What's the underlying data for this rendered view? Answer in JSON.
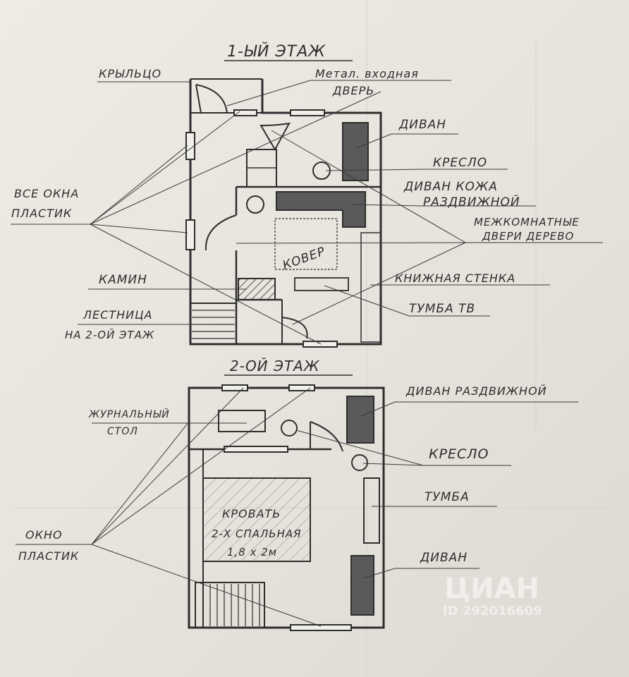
{
  "floor1": {
    "title": "1-ЫЙ ЭТАЖ",
    "labels": {
      "porch": "КРЫЛЬЦО",
      "door_line1": "Метал. входная",
      "door_line2": "ДВЕРЬ",
      "windows_line1": "ВСЕ ОКНА",
      "windows_line2": "ПЛАСТИК",
      "sofa": "ДИВАН",
      "armchair": "КРЕСЛО",
      "sofa_leather_line1": "ДИВАН КОЖА",
      "sofa_leather_line2": "РАЗДВИЖНОЙ",
      "interior_doors_line1": "МЕЖКОМНАТНЫЕ",
      "interior_doors_line2": "ДВЕРИ ДЕРЕВО",
      "carpet": "КОВЕР",
      "fireplace": "КАМИН",
      "bookcase": "КНИЖНАЯ СТЕНКА",
      "stairs_line1": "ЛЕСТНИЦА",
      "stairs_line2": "НА 2-ОЙ ЭТАЖ",
      "tv_stand": "ТУМБА ТВ"
    }
  },
  "floor2": {
    "title": "2-ОЙ ЭТАЖ",
    "labels": {
      "coffee_table_line1": "ЖУРНАЛЬНЫЙ",
      "coffee_table_line2": "СТОЛ",
      "sofa_folding": "ДИВАН РАЗДВИЖНОЙ",
      "armchair": "КРЕСЛО",
      "bed_line1": "КРОВАТЬ",
      "bed_line2": "2-Х СПАЛЬНАЯ",
      "bed_line3": "1,8 x 2м",
      "nightstand": "ТУМБА",
      "windows_line1": "ОКНО",
      "windows_line2": "ПЛАСТИК",
      "sofa": "ДИВАН"
    }
  },
  "watermark": {
    "brand": "ЦИАН",
    "id": "ID 292016609"
  },
  "colors": {
    "pencil": "#2e2e2e",
    "paper": "#e9e6df",
    "shade": "#5a5a5a"
  }
}
